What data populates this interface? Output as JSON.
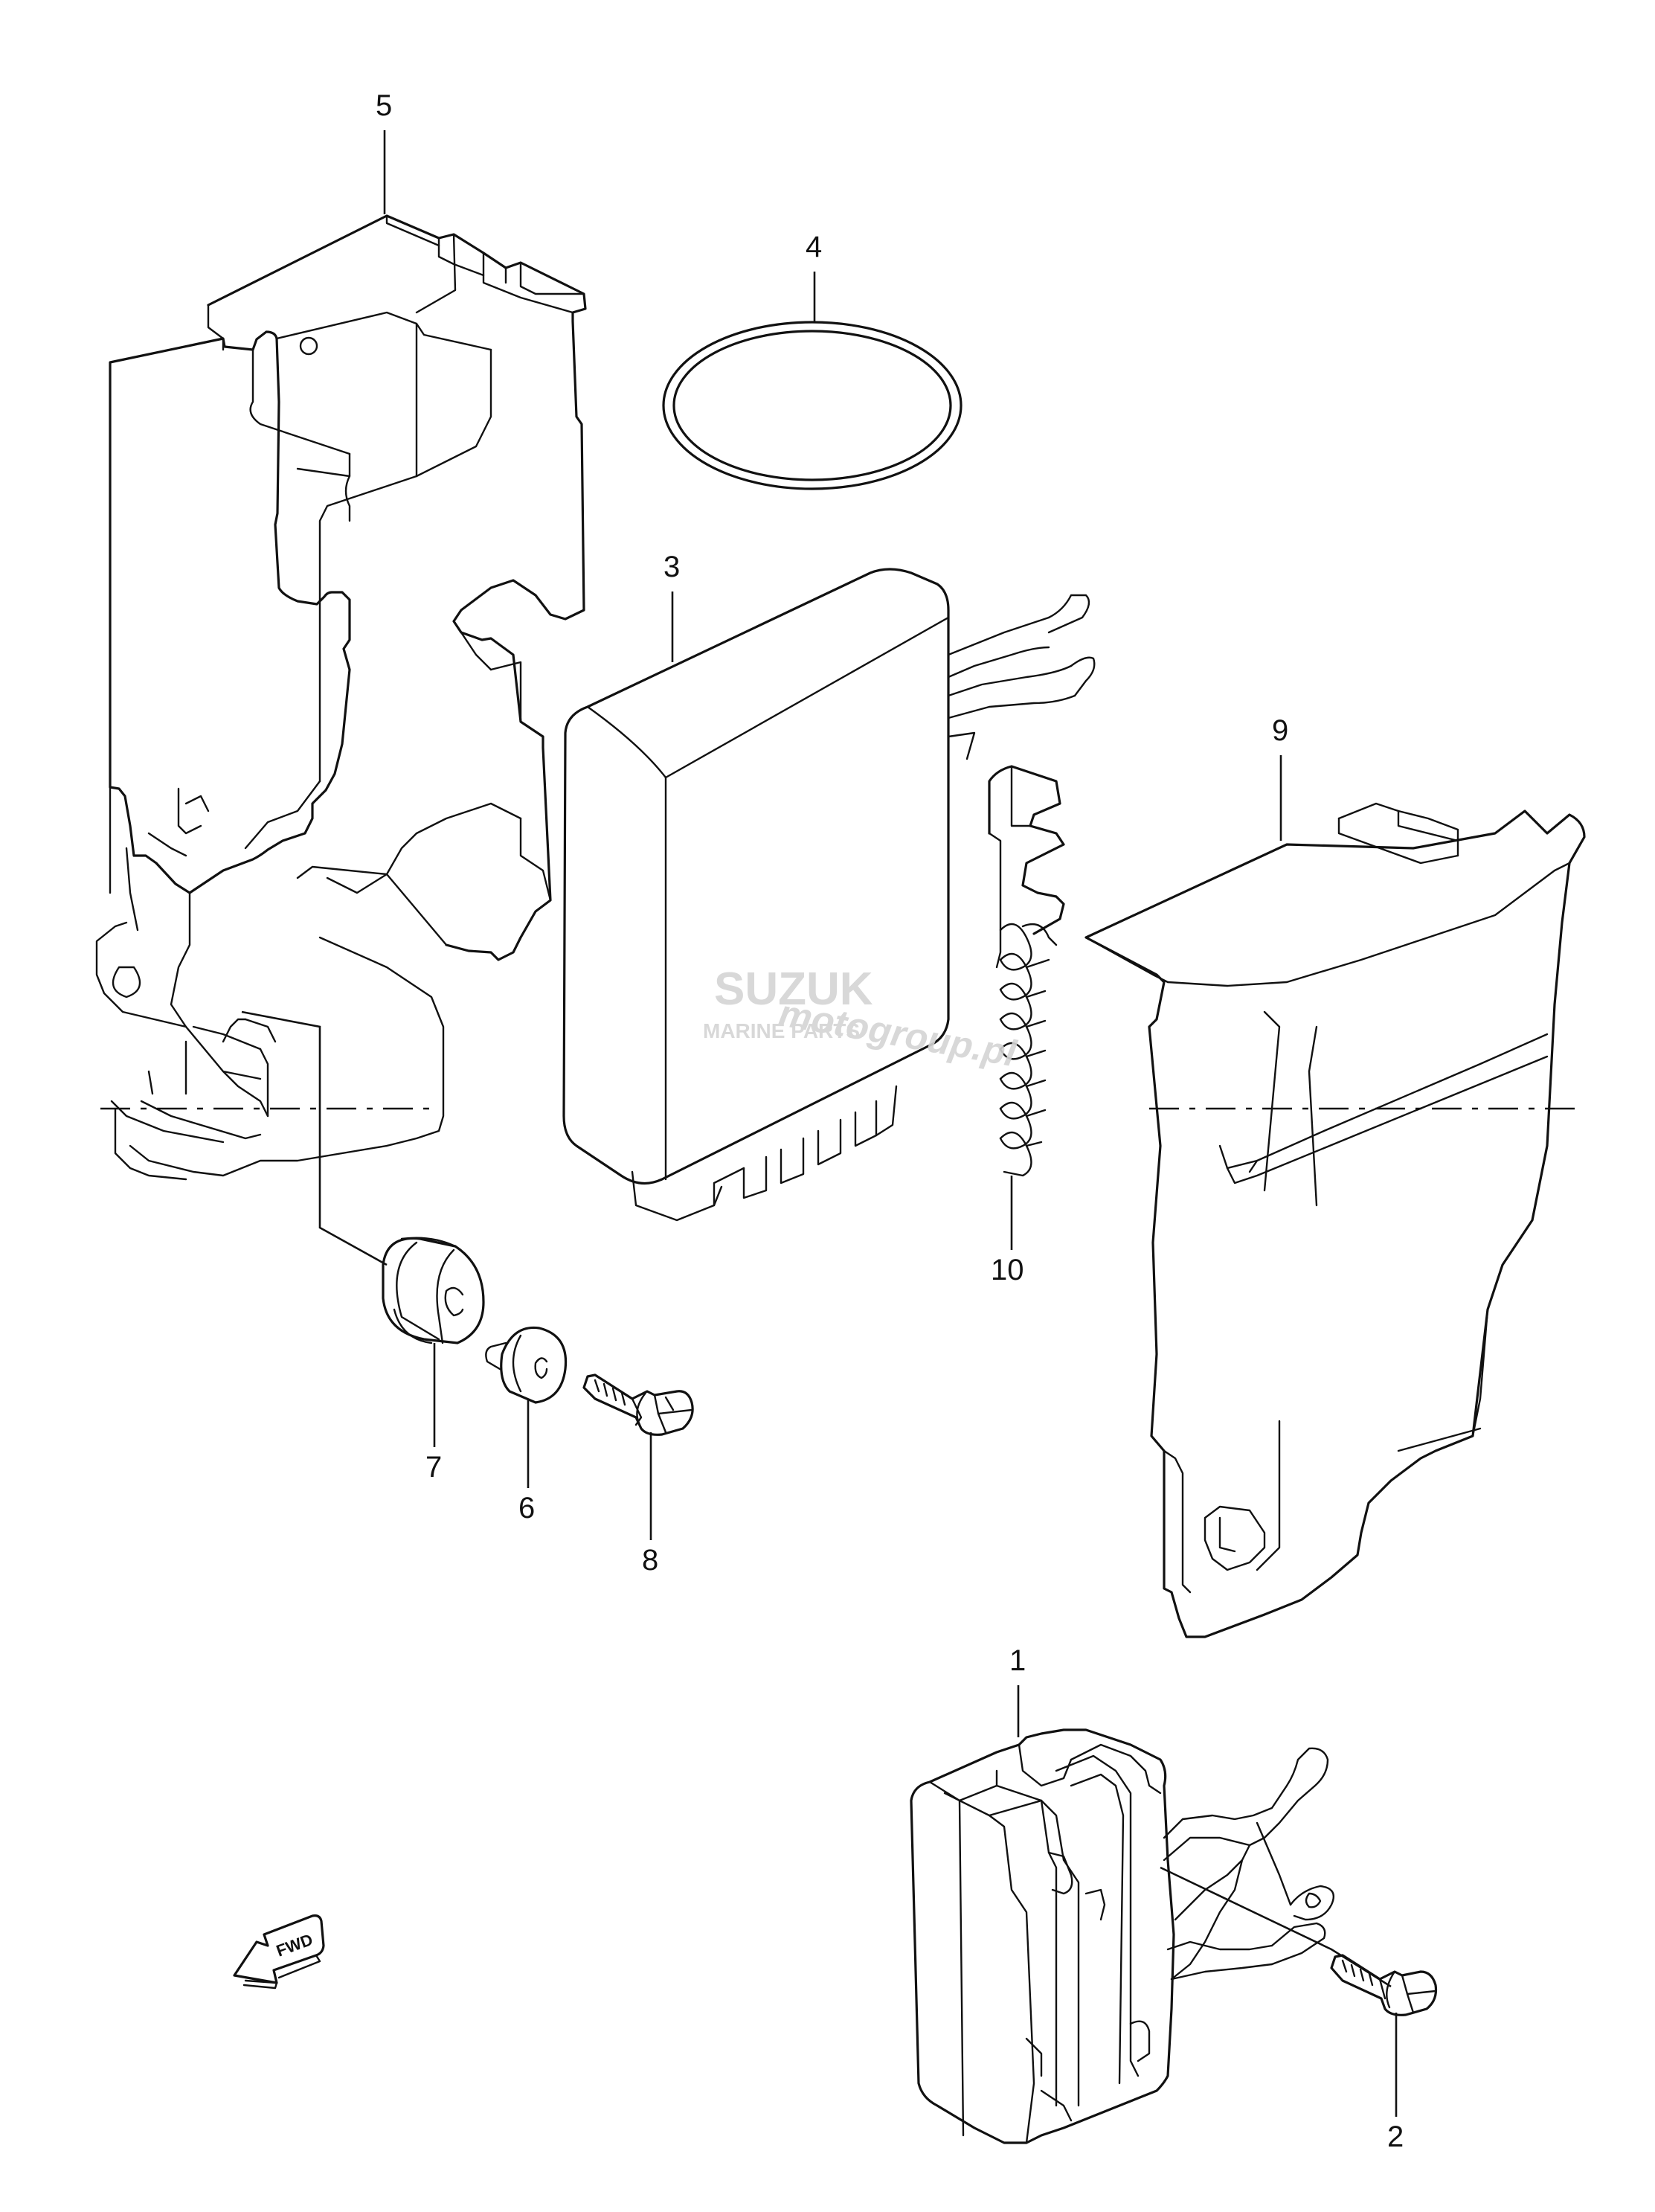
{
  "callouts": {
    "p1": "1",
    "p2": "2",
    "p3": "3",
    "p4": "4",
    "p5": "5",
    "p6": "6",
    "p7": "7",
    "p8": "8",
    "p9": "9",
    "p10": "10"
  },
  "fwd_arrow": {
    "label": "FWD"
  },
  "watermark": {
    "line1": "SUZUK",
    "line2": "MARINE PARTS",
    "line3": "motogroup.pl"
  },
  "colors": {
    "line": "#111111",
    "background": "#ffffff",
    "watermark": "#d4d4d4"
  }
}
